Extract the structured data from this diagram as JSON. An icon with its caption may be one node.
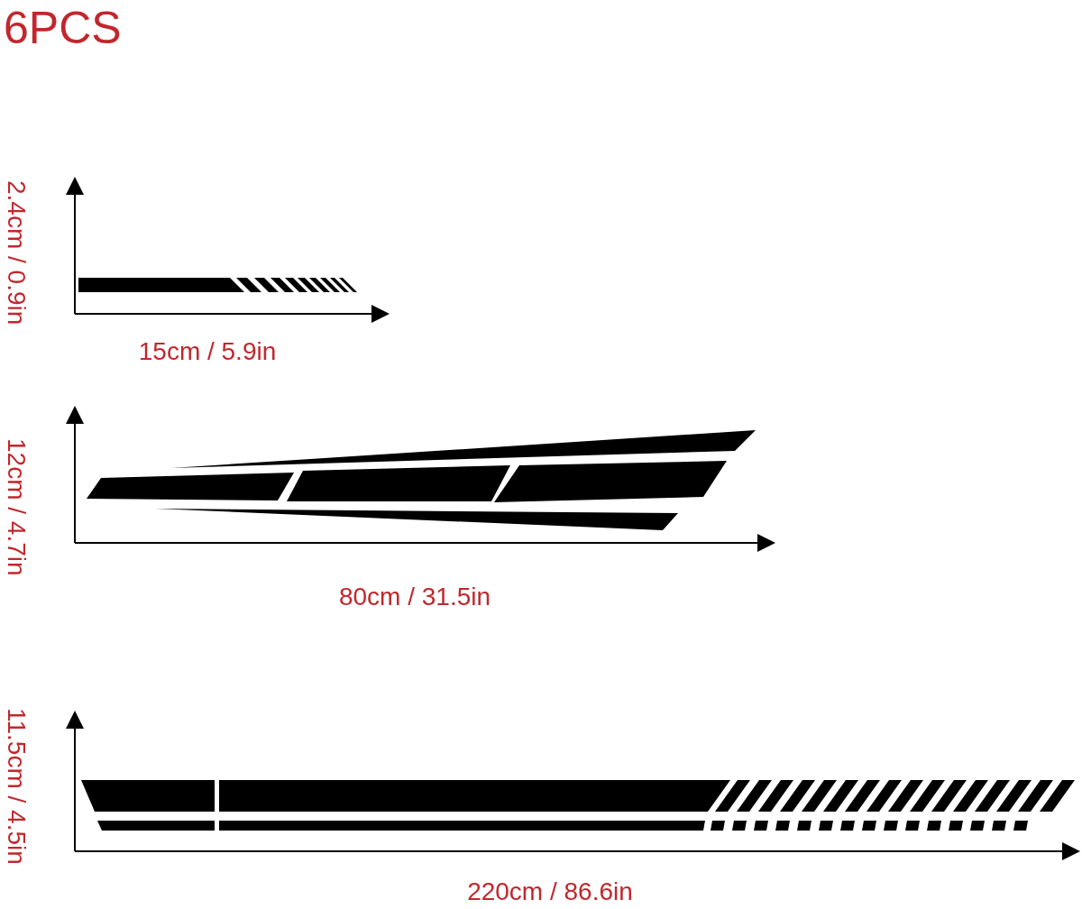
{
  "diagram": {
    "title": "6PCS",
    "labels": [
      "2.4cm / 0.9in",
      "15cm / 5.9in",
      "12cm / 4.7in",
      "80cm / 31.5in",
      "11.5cm / 4.5in",
      "220cm / 86.6in"
    ]
  }
}
